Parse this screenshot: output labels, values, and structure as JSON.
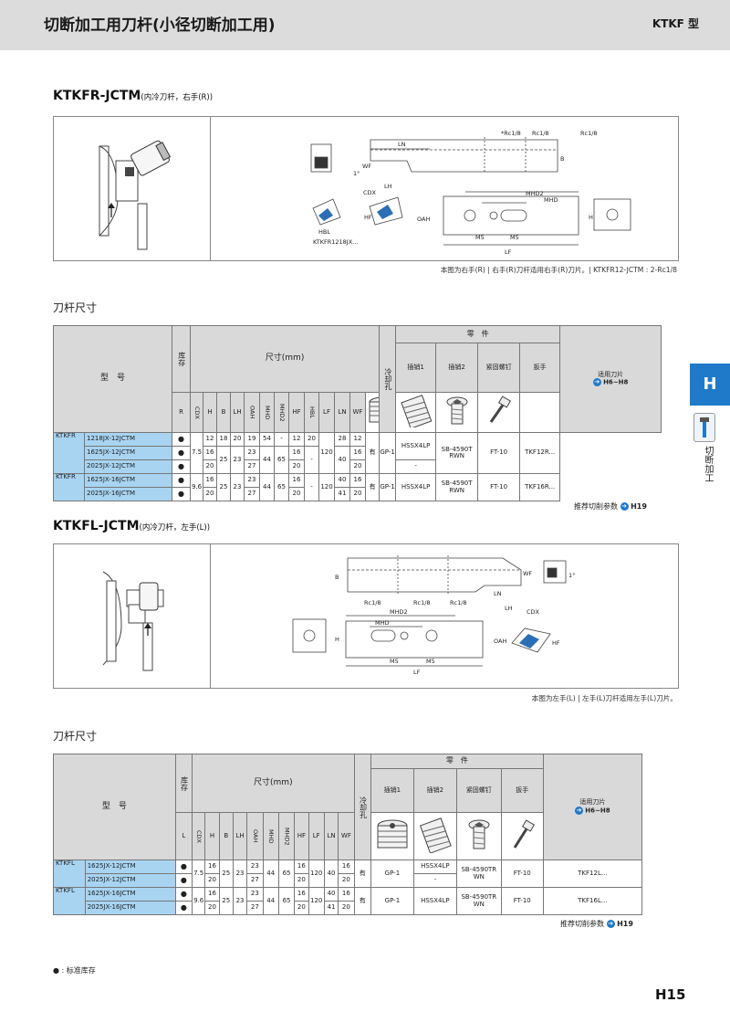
{
  "header": {
    "title": "切断加工用刀杆(小径切断加工用)",
    "type_label": "KTKF 型"
  },
  "section1": {
    "title": "KTKFR-JCTM",
    "subtitle": "(内冷刀杆，右手(R))",
    "caption": "本图为右手(R) | 右手(R)刀杆适用右手(R)刀片。| KTKFR12-JCTM : 2-Rc1/8",
    "diagram_labels": {
      "rc1": "*Rc1/8",
      "rc2": "Rc1/8",
      "rc3": "Rc1/8",
      "ln": "LN",
      "b": "B",
      "wf": "WF",
      "one": "1°",
      "cdx": "CDX",
      "lh": "LH",
      "mhd2": "MHD2",
      "mhd": "MHD",
      "h": "H",
      "hf": "HF",
      "oah": "OAH",
      "hbl": "HBL",
      "model": "KTKFR1218JX...",
      "m5a": "M5",
      "m5b": "M5",
      "lf": "LF"
    }
  },
  "section2": {
    "title": "KTKFL-JCTM",
    "subtitle": "(内冷刀杆，左手(L))",
    "caption": "本图为左手(L) | 左手(L)刀杆适用左手(L)刀片。",
    "diagram_labels": {
      "b": "B",
      "rc1": "Rc1/8",
      "rc2": "Rc1/8",
      "rc3": "Rc1/8",
      "wf": "WF",
      "one": "1°",
      "ln": "LN",
      "cdx": "CDX",
      "lh": "LH",
      "mhd2": "MHD2",
      "mhd": "MHD",
      "h": "H",
      "oah": "OAH",
      "hf": "HF",
      "m5a": "M5",
      "m5b": "M5",
      "lf": "LF"
    }
  },
  "table_heading": "刀杆尺寸",
  "table1": {
    "col_model": "型　号",
    "col_stock": "库存",
    "col_dims": "尺寸(mm)",
    "col_coolant": "冷却孔",
    "col_parts": "零　件",
    "parts": [
      "插销1",
      "插销2",
      "紧固螺钉",
      "扳手"
    ],
    "col_insert": "适用刀片",
    "insert_ref": "H6~H8",
    "hand": "R",
    "dim_cols": [
      "CDX",
      "H",
      "B",
      "LH",
      "OAH",
      "MHD",
      "MHD2",
      "HF",
      "HBL",
      "LF",
      "LN",
      "WF"
    ],
    "groups": [
      {
        "series": "KTKFR",
        "rows": [
          {
            "model": "1218JX-12JCTM",
            "stock": "●",
            "h": "12",
            "b": "18",
            "lh": "20",
            "oah": "19",
            "mhd": "54",
            "mhd2": "-",
            "hf": "12",
            "hbl": "20",
            "ln": "28",
            "wf": "12"
          },
          {
            "model": "1625JX-12JCTM",
            "stock": "●",
            "h": "16",
            "oah": "23",
            "hf": "16",
            "ln": "40",
            "wf": "16"
          },
          {
            "model": "2025JX-12JCTM",
            "stock": "●",
            "h": "20",
            "oah": "27",
            "hf": "20",
            "wf": "20"
          }
        ],
        "cdx": "7.5",
        "b": "25",
        "lh": "23",
        "mhd": "44",
        "mhd2": "65",
        "hbl": "-",
        "lf": "120",
        "coolant": "有",
        "pin1": "GP-1",
        "pin2": "HSSX4LP",
        "pin2b": "-",
        "screw": "SB-4590TRWN",
        "wrench": "FT-10",
        "insert": "TKF12R..."
      },
      {
        "series": "KTKFR",
        "rows": [
          {
            "model": "1625JX-16JCTM",
            "stock": "●",
            "h": "16",
            "oah": "23",
            "hf": "16",
            "ln": "40",
            "wf": "16"
          },
          {
            "model": "2025JX-16JCTM",
            "stock": "●",
            "h": "20",
            "oah": "27",
            "hf": "20",
            "ln": "41",
            "wf": "20"
          }
        ],
        "cdx": "9.6",
        "b": "25",
        "lh": "23",
        "mhd": "44",
        "mhd2": "65",
        "hbl": "-",
        "lf": "120",
        "coolant": "有",
        "pin1": "GP-1",
        "pin2": "HSSX4LP",
        "screw": "SB-4590TRWN",
        "wrench": "FT-10",
        "insert": "TKF16R..."
      }
    ],
    "footer": "推荐切削参数",
    "footer_ref": "H19"
  },
  "table2": {
    "hand": "L",
    "dim_cols": [
      "CDX",
      "H",
      "B",
      "LH",
      "OAH",
      "MHD",
      "MHD2",
      "HF",
      "LF",
      "LN",
      "WF"
    ],
    "groups": [
      {
        "series": "KTKFL",
        "rows": [
          {
            "model": "1625JX-12JCTM",
            "stock": "●",
            "h": "16",
            "oah": "23",
            "hf": "16",
            "wf": "16"
          },
          {
            "model": "2025JX-12JCTM",
            "stock": "●",
            "h": "20",
            "oah": "27",
            "hf": "20",
            "wf": "20"
          }
        ],
        "cdx": "7.5",
        "b": "25",
        "lh": "23",
        "mhd": "44",
        "mhd2": "65",
        "lf": "120",
        "ln": "40",
        "coolant": "有",
        "pin1": "GP-1",
        "pin2": "HSSX4LP",
        "pin2b": "-",
        "screw": "SB-4590TRWN",
        "wrench": "FT-10",
        "insert": "TKF12L..."
      },
      {
        "series": "KTKFL",
        "rows": [
          {
            "model": "1625JX-16JCTM",
            "stock": "●",
            "h": "16",
            "oah": "23",
            "hf": "16",
            "ln": "40",
            "wf": "16"
          },
          {
            "model": "2025JX-16JCTM",
            "stock": "●",
            "h": "20",
            "oah": "27",
            "hf": "20",
            "ln": "41",
            "wf": "20"
          }
        ],
        "cdx": "9.6",
        "b": "25",
        "lh": "23",
        "mhd": "44",
        "mhd2": "65",
        "lf": "120",
        "coolant": "有",
        "pin1": "GP-1",
        "pin2": "HSSX4LP",
        "screw": "SB-4590TRWN",
        "wrench": "FT-10",
        "insert": "TKF16L..."
      }
    ],
    "footer": "推荐切削参数",
    "footer_ref": "H19"
  },
  "side_tab": {
    "letter": "H",
    "label": "切断加工"
  },
  "legend": "● : 标准库存",
  "page_number": "H15",
  "colors": {
    "header_bg": "#dcdcdc",
    "accent_blue": "#1f7ac9",
    "model_cell": "#a8d4f2",
    "table_header": "#d9d9d9"
  }
}
